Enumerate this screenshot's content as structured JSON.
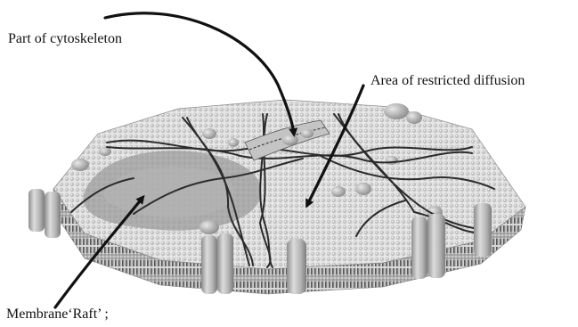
{
  "labels": {
    "cytoskeleton": "Part of cytoskeleton",
    "restricted_diffusion": "Area of restricted diffusion",
    "raft": "Membrane‘Raft’ ;"
  },
  "colors": {
    "lipid_head": "#c9c9c9",
    "lipid_tail": "#4a4a4a",
    "raft": "#9a9a9a",
    "protein": "#b7b7b7",
    "filament": "#2b2b2b",
    "arrow": "#111111"
  }
}
